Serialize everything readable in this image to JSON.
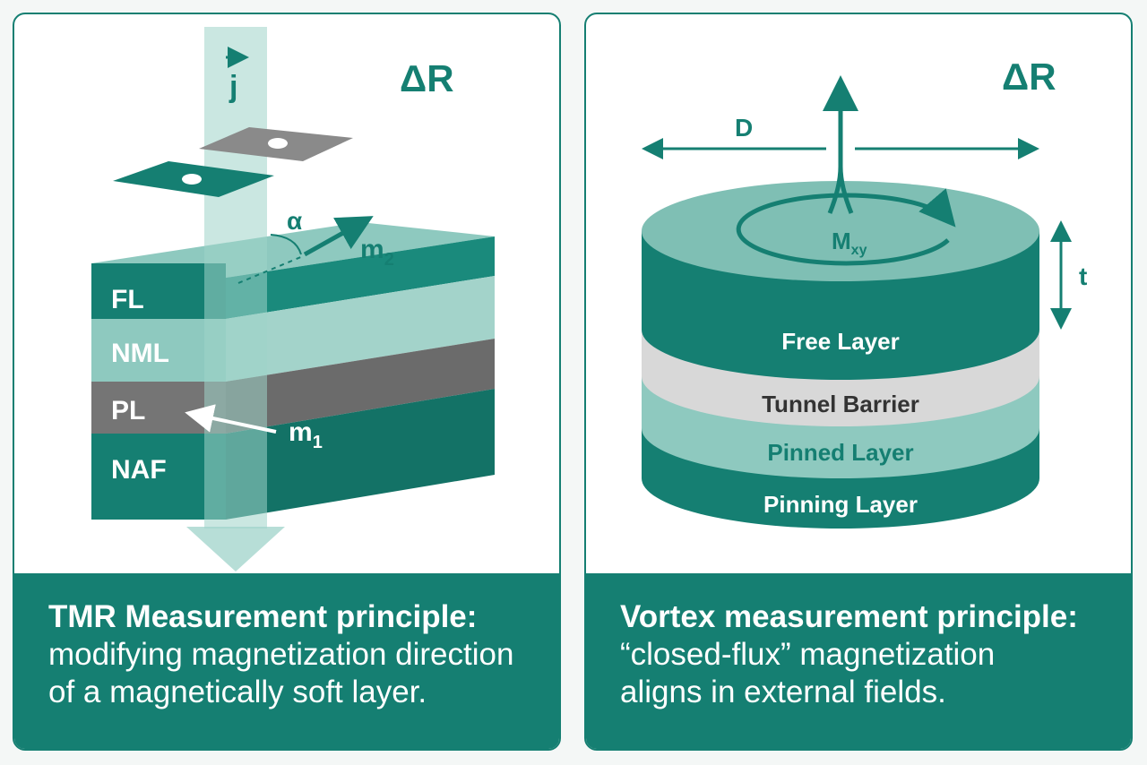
{
  "tmr": {
    "delta_r": "ΔR",
    "current": "j",
    "angle": "α",
    "m2": "m",
    "m2_sub": "2",
    "m1": "m",
    "m1_sub": "1",
    "layers": [
      "FL",
      "NML",
      "PL",
      "NAF"
    ],
    "caption_title": "TMR Measurement principle:",
    "caption_line1": "modifying magnetization direction",
    "caption_line2": "of a magnetically soft layer."
  },
  "vortex": {
    "delta_r": "ΔR",
    "diameter": "D",
    "thickness": "t",
    "mxy": "M",
    "mxy_sub": "xy",
    "layers": [
      "Free Layer",
      "Tunnel Barrier",
      "Pinned Layer",
      "Pinning Layer"
    ],
    "caption_title": "Vortex measurement principle:",
    "caption_line1": "“closed-flux” magnetization",
    "caption_line2": "aligns in external fields."
  },
  "colors": {
    "teal": "#157f72",
    "teal_light": "#8ec9bf",
    "gray": "#757575",
    "light_gray": "#d8d8d8"
  }
}
